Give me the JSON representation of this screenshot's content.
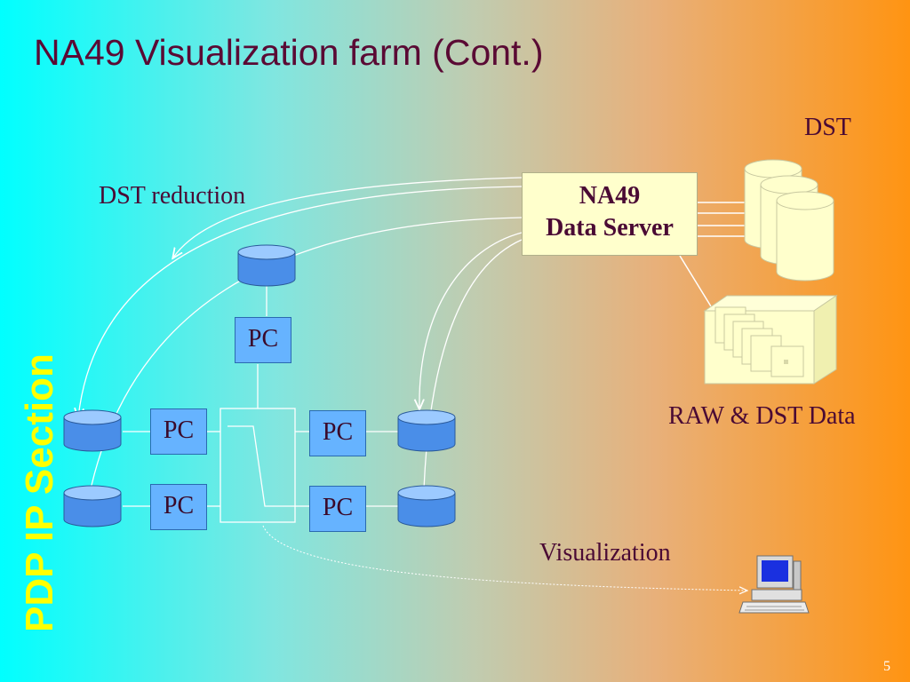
{
  "title": "NA49 Visualization farm (Cont.)",
  "side_label": "PDP IP Section",
  "labels": {
    "dst": "DST",
    "dst_reduction": "DST reduction",
    "raw_dst": "RAW & DST Data",
    "visualization": "Visualization"
  },
  "server": {
    "line1": "NA49",
    "line2": "Data Server"
  },
  "pc_label": "PC",
  "page_number": "5",
  "colors": {
    "title": "#5a0a34",
    "side_label": "#ffff00",
    "pc_fill": "#66b3ff",
    "server_fill": "#ffffcc"
  }
}
